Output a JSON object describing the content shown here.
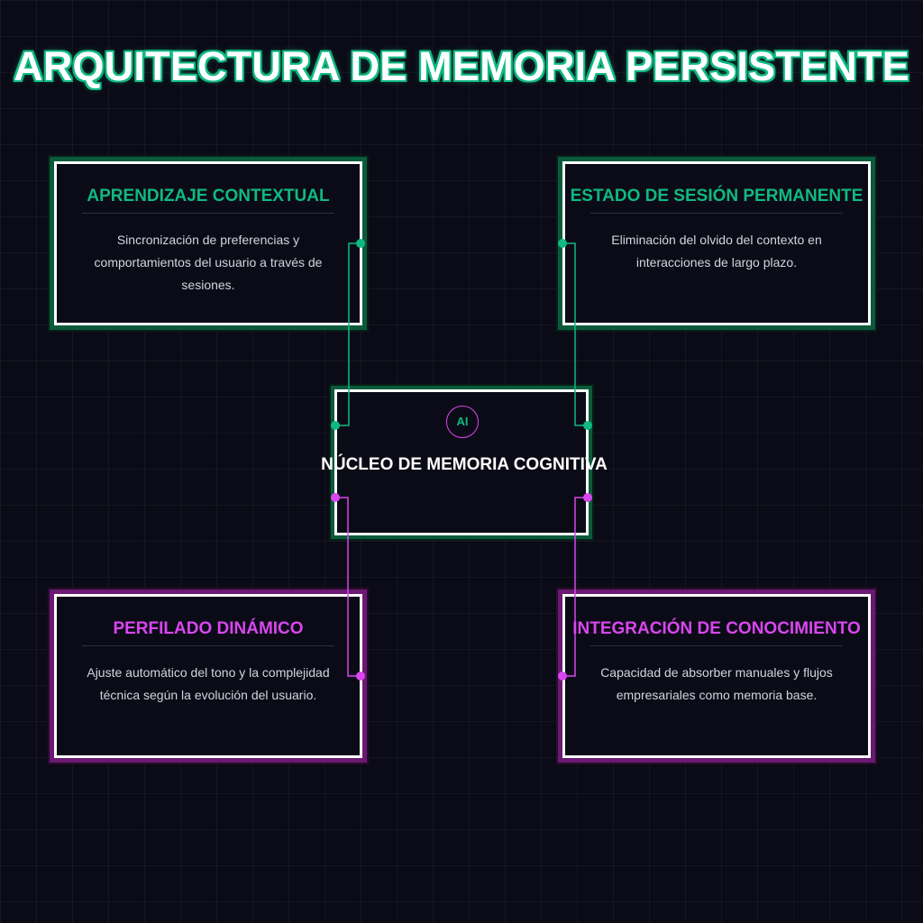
{
  "diagram": {
    "title": "ARQUITECTURA DE MEMORIA PERSISTENTE",
    "core": {
      "badge": "AI",
      "title": "NÚCLEO DE MEMORIA COGNITIVA"
    },
    "nodes": [
      {
        "id": "contextual",
        "title": "APRENDIZAJE CONTEXTUAL",
        "description": "Sincronización de preferencias y comportamientos del usuario a través de sesiones.",
        "accent": "green"
      },
      {
        "id": "session",
        "title": "ESTADO DE SESIÓN PERMANENTE",
        "description": "Eliminación del olvido del contexto en interacciones de largo plazo.",
        "accent": "green"
      },
      {
        "id": "profiling",
        "title": "PERFILADO DINÁMICO",
        "description": "Ajuste automático del tono y la complejidad técnica según la evolución del usuario.",
        "accent": "pink"
      },
      {
        "id": "knowledge",
        "title": "INTEGRACIÓN DE CONOCIMIENTO",
        "description": "Capacidad de absorber manuales y flujos empresariales como memoria base.",
        "accent": "pink"
      }
    ]
  },
  "colors": {
    "background": "#0b0b17",
    "green": "#10b981",
    "pink": "#d946ef",
    "text_light": "#d1d5db",
    "white": "#ffffff"
  }
}
